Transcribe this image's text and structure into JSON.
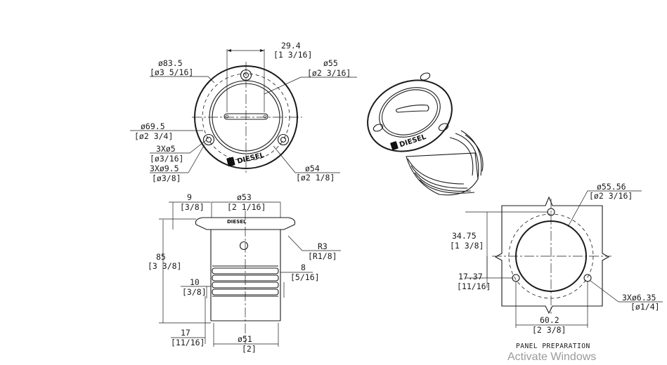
{
  "labels": {
    "top_width": "29.4",
    "top_width_in": "[1 3/16]",
    "od_outer": "ø83.5",
    "od_outer_in": "[ø3 5/16]",
    "od_inner": "ø55",
    "od_inner_in": "[ø2 3/16]",
    "bolt_circle": "ø69.5",
    "bolt_circle_in": "[ø2 3/4]",
    "hole_small": "3Xø5",
    "hole_small_in": "[ø3/16]",
    "hole_large": "3Xø9.5",
    "hole_large_in": "[ø3/8]",
    "cap_dia": "ø54",
    "cap_dia_in": "[ø2 1/8]",
    "flange_h": "9",
    "flange_h_in": "[3/8]",
    "neck_dia": "ø53",
    "neck_dia_in": "[2 1/16]",
    "radius": "R3",
    "radius_in": "[R1/8]",
    "total_h": "85",
    "total_h_in": "[3 3/8]",
    "thread_gap": "8",
    "thread_gap_in": "[5/16]",
    "thread_w": "10",
    "thread_w_in": "[3/8]",
    "bottom_h": "17",
    "bottom_h_in": "[11/16]",
    "base_dia": "ø51",
    "base_dia_in": "[2]",
    "cut_dia": "ø55.56",
    "cut_dia_in": "[ø2 3/16]",
    "offset_y": "34.75",
    "offset_y_in": "[1 3/8]",
    "offset_x": "17.37",
    "offset_x_in": "[11/16]",
    "screw_holes": "3Xø6.35",
    "screw_holes_in": "[ø1/4]",
    "panel_w": "60.2",
    "panel_w_in": "[2 3/8]",
    "panel_title": "PANEL PREPARATION",
    "logo_text": "DIESEL",
    "watermark": "Activate Windows"
  }
}
